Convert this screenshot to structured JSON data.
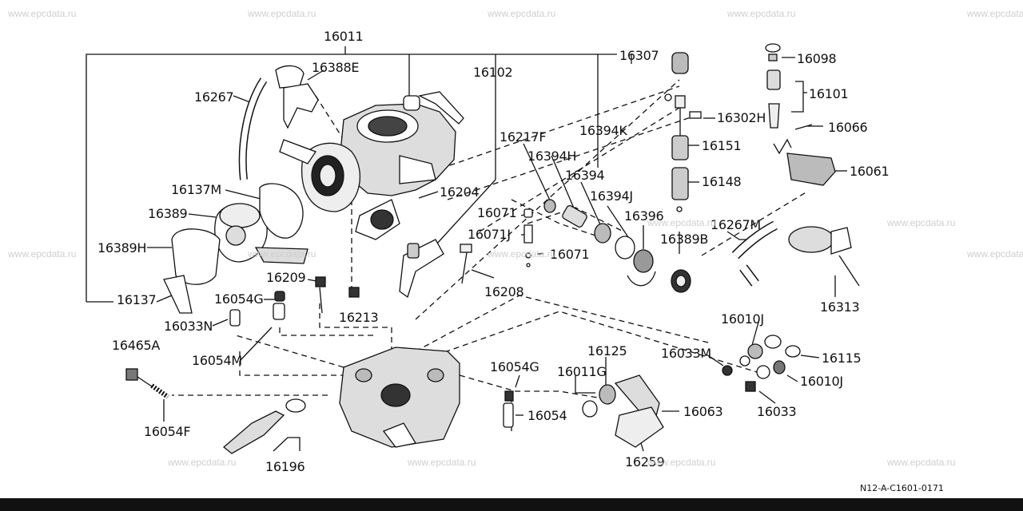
{
  "watermark": "www.epcdata.ru",
  "diagram_code": "N12-A-C1601-0171",
  "labels": {
    "p16011": "16011",
    "p16388E": "16388E",
    "p16267": "16267",
    "p16102": "16102",
    "p16307": "16307",
    "p16098": "16098",
    "p16101": "16101",
    "p16302H": "16302H",
    "p16066": "16066",
    "p16394K": "16394K",
    "p16217F": "16217F",
    "p16151": "16151",
    "p16394H": "16394H",
    "p16061": "16061",
    "p16394": "16394",
    "p16148": "16148",
    "p16137M": "16137M",
    "p16204": "16204",
    "p16394J": "16394J",
    "p16389": "16389",
    "p16071": "16071",
    "p16396": "16396",
    "p16267M": "16267M",
    "p16071J": "16071J",
    "p16389B": "16389B",
    "p16389H": "16389H",
    "p16071b": "16071",
    "p16209": "16209",
    "p16208": "16208",
    "p16054G": "16054G",
    "p16313": "16313",
    "p16137": "16137",
    "p16213": "16213",
    "p16033N": "16033N",
    "p16010J": "16010J",
    "p16125": "16125",
    "p16465A": "16465A",
    "p16033M": "16033M",
    "p16115": "16115",
    "p16054M": "16054M",
    "p16054Gb": "16054G",
    "p16011G": "16011G",
    "p16010Jb": "16010J",
    "p16054": "16054",
    "p16063": "16063",
    "p16033": "16033",
    "p16054F": "16054F",
    "p16196": "16196",
    "p16259": "16259"
  }
}
